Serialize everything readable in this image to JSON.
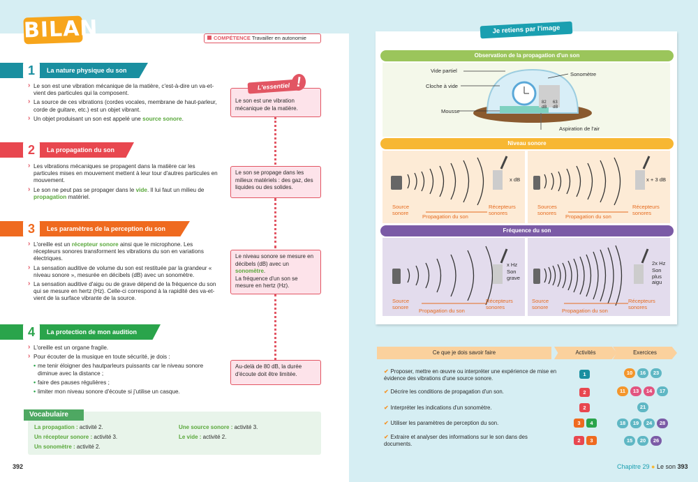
{
  "header": {
    "title": "BILAN",
    "competence_label": "COMPÉTENCE",
    "competence_text": "Travailler en autonomie"
  },
  "sections": [
    {
      "num": "1",
      "title": "La nature physique du son"
    },
    {
      "num": "2",
      "title": "La propagation du son"
    },
    {
      "num": "3",
      "title": "Les paramètres de la perception du son"
    },
    {
      "num": "4",
      "title": "La protection de mon audition"
    }
  ],
  "s1": {
    "b1": "Le son est une vibration mécanique de la matière, c'est-à-dire un va-et-vient des particules qui la composent.",
    "b2": "La source de ces vibrations (cordes vocales, membrane de haut-parleur, corde de guitare, etc.) est un objet vibrant.",
    "b3a": "Un objet produisant un son est appelé une ",
    "b3b": "source sonore",
    "b3c": "."
  },
  "s2": {
    "b1": "Les vibrations mécaniques se propagent dans la matière car les particules mises en mouvement mettent à leur tour d'autres particules en mouvement.",
    "b2a": "Le son ne peut pas se propager dans le ",
    "b2b": "vide",
    "b2c": ". Il lui faut un milieu de ",
    "b2d": "propagation",
    "b2e": " matériel."
  },
  "s3": {
    "b1a": "L'oreille est un ",
    "b1b": "récepteur sonore",
    "b1c": " ainsi que le microphone. Les récepteurs sonores transforment les vibrations du son en variations électriques.",
    "b2": "La sensation auditive de volume du son est restituée par la grandeur « niveau sonore », mesurée en décibels (dB) avec un sonomètre.",
    "b3": "La sensation auditive d'aigu ou de grave dépend de la fréquence du son qui se mesure en hertz (Hz). Celle-ci correspond à la rapidité des va-et-vient de la surface vibrante de la source."
  },
  "s4": {
    "b1": "L'oreille est un organe fragile.",
    "b2": "Pour écouter de la musique en toute sécurité, je dois :",
    "sub1": "me tenir éloigner des hautparleurs puissants car le niveau sonore diminue avec la distance ;",
    "sub2": "faire des pauses régulières ;",
    "sub3": "limiter mon niveau sonore d'écoute si j'utilise un casque."
  },
  "essentiel": {
    "label": "L'essentiel",
    "mark": "!",
    "box1": "Le son est une vibration mécanique de la matière.",
    "box2": "Le son se propage dans les milieux matériels : des gaz, des liquides ou des solides.",
    "box3a": "Le niveau sonore se mesure en décibels (dB) avec un ",
    "box3b": "sonomètre",
    "box3c": ".",
    "box3d": "La fréquence d'un son se mesure en hertz (Hz).",
    "box4": "Au-delà de 80 dB, la durée d'écoute doit être limitée."
  },
  "vocab": {
    "title": "Vocabulaire",
    "items": [
      {
        "term": "La propagation :",
        "def": " activité 2."
      },
      {
        "term": "Une source sonore :",
        "def": " activité 3."
      },
      {
        "term": "Un récepteur sonore :",
        "def": " activité 3."
      },
      {
        "term": "Le vide :",
        "def": " activité 2."
      },
      {
        "term": "Un sonomètre :",
        "def": " activité 2."
      }
    ]
  },
  "page_left": "392",
  "page_right": "393",
  "chapter": "Chapitre 29",
  "chapter_title": "Le son",
  "retiens": "Je retiens par l'image",
  "obs": {
    "title": "Observation de la propagation d'un son",
    "vide": "Vide partiel",
    "cloche": "Cloche à vide",
    "mousse": "Mousse",
    "sonometre": "Sonomètre",
    "aspiration": "Aspiration de l'air",
    "db1": "82 dB",
    "db2": "63 dB"
  },
  "niveau": {
    "title": "Niveau sonore",
    "left_val": "x dB",
    "right_val": "x + 3 dB",
    "source": "Source sonore",
    "sources": "Sources sonores",
    "prop": "Propagation du son",
    "recep": "Récepteurs sonores"
  },
  "freq": {
    "title": "Fréquence du son",
    "left_val": "x Hz",
    "left_desc": "Son grave",
    "right_val": "2x Hz",
    "right_desc": "Son plus aigu",
    "source": "Source sonore",
    "prop": "Propagation du son",
    "recep": "Récepteurs sonores"
  },
  "skills": {
    "h1": "Ce que je dois savoir faire",
    "h2": "Activités",
    "h3": "Exercices",
    "rows": [
      {
        "text": "Proposer, mettre en œuvre ou interpréter une expérience de mise en évidence des vibrations d'une source sonore.",
        "acts": [
          "1"
        ],
        "ex": [
          "10",
          "16",
          "23"
        ]
      },
      {
        "text": "Décrire les conditions de propagation d'un son.",
        "acts": [
          "2"
        ],
        "ex": [
          "11",
          "13",
          "14",
          "17"
        ]
      },
      {
        "text": "Interpréter les indications d'un sonomètre.",
        "acts": [
          "2"
        ],
        "ex": [
          "21"
        ]
      },
      {
        "text": "Utiliser les paramètres de perception du son.",
        "acts": [
          "3",
          "4"
        ],
        "ex": [
          "18",
          "19",
          "24",
          "28"
        ]
      },
      {
        "text": "Extraire et analyser des informations sur le son dans des documents.",
        "acts": [
          "2",
          "3"
        ],
        "ex": [
          "15",
          "20",
          "26"
        ]
      }
    ]
  },
  "colors": {
    "s1": "#1a8fa0",
    "s2": "#e8474f",
    "s3": "#ef6a1f",
    "s4": "#2aa44b",
    "orange_bar": "#f7b733",
    "purple_bar": "#7b5ba6",
    "green_bar": "#9bc55b"
  }
}
